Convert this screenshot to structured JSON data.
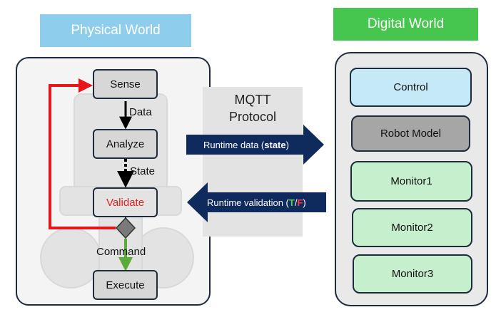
{
  "physical_world": {
    "title": "Physical World",
    "nodes": {
      "sense": "Sense",
      "analyze": "Analyze",
      "validate": "Validate",
      "execute": "Execute"
    },
    "edge_labels": {
      "data": "Data",
      "state": "State",
      "command": "Command"
    }
  },
  "digital_world": {
    "title": "Digital World",
    "nodes": {
      "control": "Control",
      "robot_model": "Robot Model",
      "monitor1": "Monitor1",
      "monitor2": "Monitor2",
      "monitor3": "Monitor3"
    }
  },
  "protocol": {
    "line1": "MQTT",
    "line2": "Protocol"
  },
  "arrows": {
    "runtime_data": {
      "prefix": "Runtime data (",
      "bold": "state",
      "suffix": ")"
    },
    "runtime_validation": {
      "prefix": "Runtime validation (",
      "t": "T",
      "slash": "/",
      "f": "F",
      "suffix": ")"
    }
  },
  "colors": {
    "physical_title_bg": "#8fcdec",
    "digital_title_bg": "#47c64f",
    "arrow_fill": "#0f2a5c",
    "feedback_line": "#e8141b",
    "command_line": "#5aac3a",
    "validate_text": "#e02020"
  }
}
